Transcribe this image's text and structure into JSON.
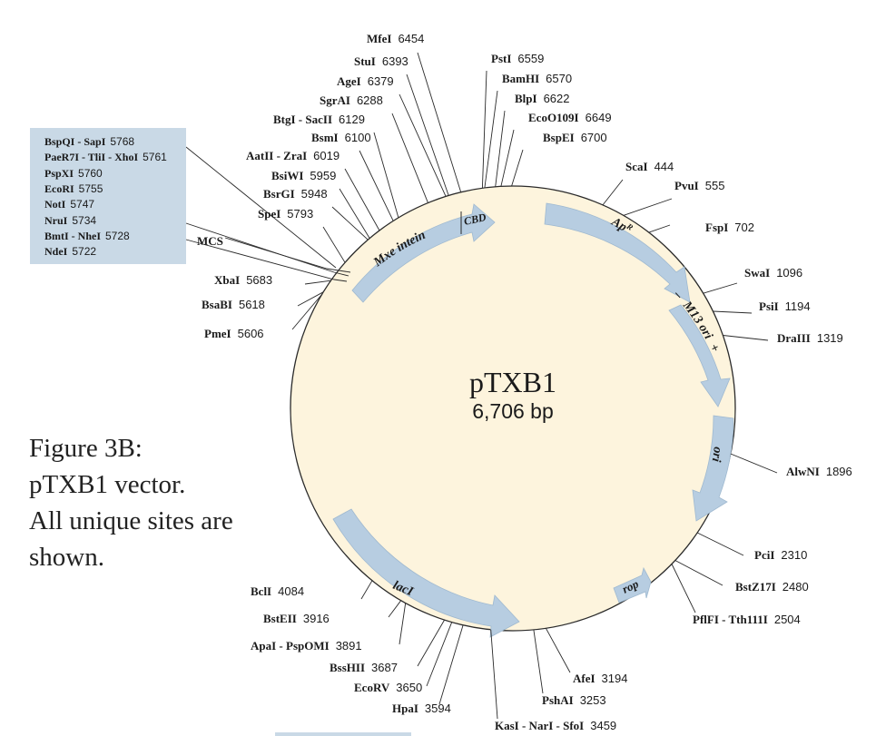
{
  "plasmid": {
    "name": "pTXB1",
    "size_label": "6,706 bp"
  },
  "caption": {
    "lines": [
      "Figure 3B:",
      "pTXB1 vector.",
      "All unique sites are",
      "shown."
    ]
  },
  "mcs": {
    "label": "MCS",
    "sites": [
      {
        "name": "BspQI - SapI",
        "pos": "5768"
      },
      {
        "name": "PaeR7I - TliI - XhoI",
        "pos": "5761"
      },
      {
        "name": "PspXI",
        "pos": "5760"
      },
      {
        "name": "EcoRI",
        "pos": "5755"
      },
      {
        "name": "NotI",
        "pos": "5747"
      },
      {
        "name": "NruI",
        "pos": "5734"
      },
      {
        "name": "BmtI - NheI",
        "pos": "5728"
      },
      {
        "name": "NdeI",
        "pos": "5722"
      }
    ]
  },
  "features": [
    {
      "label": "Mxe intein"
    },
    {
      "label": "CBD"
    },
    {
      "label": "Ap",
      "superscript": "R"
    },
    {
      "label": "M13 ori",
      "minus": "–",
      "plus": "+"
    },
    {
      "label": "ori"
    },
    {
      "label": "rop"
    },
    {
      "label": "lacI"
    }
  ],
  "sites": [
    {
      "name": "MfeI",
      "pos": "6454"
    },
    {
      "name": "StuI",
      "pos": "6393"
    },
    {
      "name": "AgeI",
      "pos": "6379"
    },
    {
      "name": "SgrAI",
      "pos": "6288"
    },
    {
      "name": "BtgI - SacII",
      "pos": "6129"
    },
    {
      "name": "BsmI",
      "pos": "6100"
    },
    {
      "name": "AatII - ZraI",
      "pos": "6019"
    },
    {
      "name": "BsiWI",
      "pos": "5959"
    },
    {
      "name": "BsrGI",
      "pos": "5948"
    },
    {
      "name": "SpeI",
      "pos": "5793"
    },
    {
      "name": "XbaI",
      "pos": "5683"
    },
    {
      "name": "BsaBI",
      "pos": "5618"
    },
    {
      "name": "PmeI",
      "pos": "5606"
    },
    {
      "name": "PstI",
      "pos": "6559"
    },
    {
      "name": "BamHI",
      "pos": "6570"
    },
    {
      "name": "BlpI",
      "pos": "6622"
    },
    {
      "name": "EcoO109I",
      "pos": "6649"
    },
    {
      "name": "BspEI",
      "pos": "6700"
    },
    {
      "name": "ScaI",
      "pos": "444"
    },
    {
      "name": "PvuI",
      "pos": "555"
    },
    {
      "name": "FspI",
      "pos": "702"
    },
    {
      "name": "SwaI",
      "pos": "1096"
    },
    {
      "name": "PsiI",
      "pos": "1194"
    },
    {
      "name": "DraIII",
      "pos": "1319"
    },
    {
      "name": "AlwNI",
      "pos": "1896"
    },
    {
      "name": "PciI",
      "pos": "2310"
    },
    {
      "name": "BstZ17I",
      "pos": "2480"
    },
    {
      "name": "PflFI - Tth111I",
      "pos": "2504"
    },
    {
      "name": "AfeI",
      "pos": "3194"
    },
    {
      "name": "PshAI",
      "pos": "3253"
    },
    {
      "name": "KasI - NarI - SfoI",
      "pos": "3459"
    },
    {
      "name": "HpaI",
      "pos": "3594"
    },
    {
      "name": "EcoRV",
      "pos": "3650"
    },
    {
      "name": "BssHII",
      "pos": "3687"
    },
    {
      "name": "ApaI - PspOMI",
      "pos": "3891"
    },
    {
      "name": "BstEII",
      "pos": "3916"
    },
    {
      "name": "BclI",
      "pos": "4084"
    }
  ]
}
